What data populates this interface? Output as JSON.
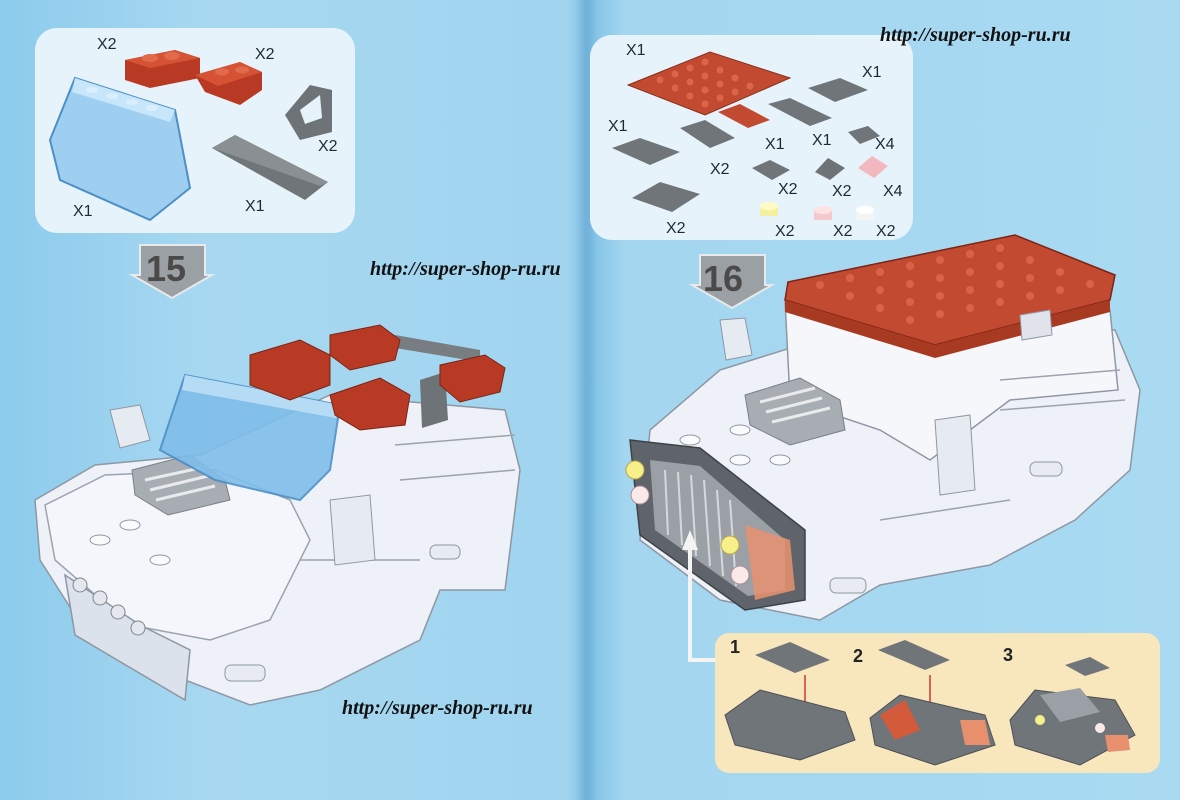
{
  "watermarks": {
    "top_right": "http://super-shop-ru.ru",
    "middle": "http://super-shop-ru.ru",
    "bottom": "http://super-shop-ru.ru"
  },
  "step15": {
    "number": "15",
    "parts": {
      "red_brick": "X2",
      "red_slope": "X2",
      "grey_wedge": "X2",
      "windshield": "X1",
      "grey_tile": "X1"
    }
  },
  "step16": {
    "number": "16",
    "parts": {
      "red_plate": "X1",
      "grey_plate_top": "X1",
      "grey_plate_left": "X1",
      "grey_tile_mid": "X1",
      "grey_plate_small": "X2",
      "grey_wedge_plate": "X2",
      "grey_grille": "X4",
      "grey_slope": "X2",
      "pink_slope": "X4",
      "yellow_round": "X2",
      "pink_round": "X2",
      "white_round": "X2",
      "red_tile": "X1",
      "grey_cube": "X2"
    },
    "substeps": [
      "1",
      "2",
      "3"
    ]
  }
}
